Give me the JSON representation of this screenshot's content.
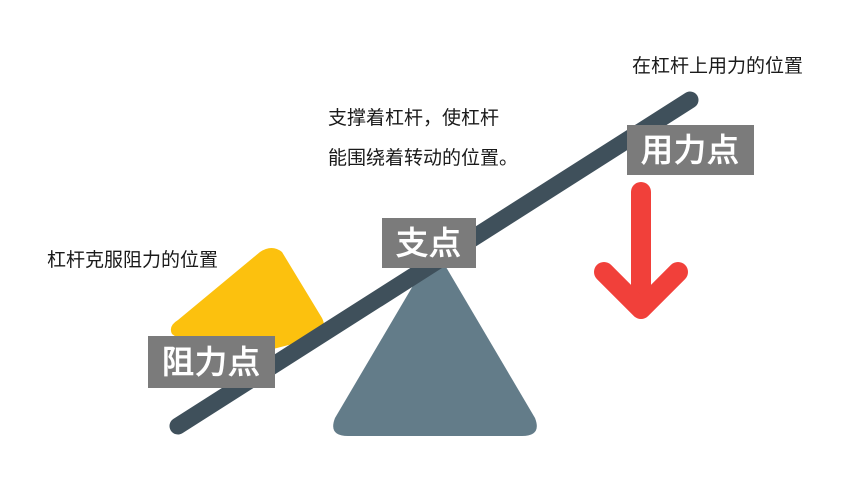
{
  "labels": {
    "effort_point": "用力点",
    "fulcrum": "支点",
    "resistance_point": "阻力点"
  },
  "descriptions": {
    "effort_point": "在杠杆上用力的位置",
    "fulcrum_line1": "支撑着杠杆，使杠杆",
    "fulcrum_line2": "能围绕着转动的位置。",
    "resistance_point": "杠杆克服阻力的位置"
  },
  "colors": {
    "beam": "#3f505b",
    "fulcrum": "#637c89",
    "load": "#fcc10e",
    "arrow": "#f1403a",
    "label_bg": "#7b7b7b",
    "label_text": "#ffffff"
  }
}
